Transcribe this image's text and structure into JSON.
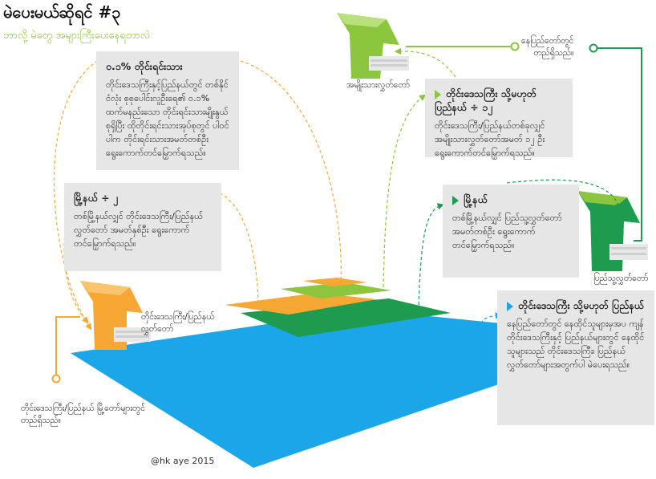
{
  "header": {
    "title": "မဲပေးမယ်ဆိုရင် #၃",
    "subtitle": "ဘာလို့ မဲတွေ အများကြီးပေးနေရတာလဲ"
  },
  "boxes": {
    "ethnic": {
      "title": "၀.၁% တိုင်းရင်းသား",
      "body": "တိုင်းဒေသကြီးနှင့်ပြည်နယ်တွင် တစ်နိုင်ငံလုံး စုစုပေါင်းလူဦးရေ၏ ၀.၁% ထက်မနည်းသော တိုင်းရင်းသားမျိုးနွယ်စုရှိပြီး ထိုတိုင်းရင်းသားအုပ်စုတွင် ပါဝင်ပါက တိုင်းရင်းသားအမတ်တစ်ဦး ရွေးကောက်တင်မြှောက်ရသည်။"
    },
    "township_half": {
      "title": "မြို့နယ် ÷ ၂",
      "body": "တစ်မြို့နယ်လျှင် တိုင်းဒေသကြီး/ပြည်နယ် လွှတ်တော် အမတ်နှစ်ဦး ရွေးကောက်တင်မြှောက်ရသည်။"
    },
    "national": {
      "title": "တိုင်းဒေသကြီး သို့မဟုတ် ပြည်နယ် ÷ ၁၂",
      "body": "တိုင်းဒေသကြီး/ပြည်နယ်တစ်ခုလျှင် အမျိုးသားလွှတ်တော်အမတ် ၁၂ ဦး ရွေးကောက်တင်မြှောက်ရသည်။"
    },
    "township": {
      "title": "မြို့နယ်",
      "body": "တစ်မြို့နယ်လျှင် ပြည်သူ့လွှတ်တော် အမတ်တစ်ဦး ရွေးကောက်တင်မြှောက်ရသည်။"
    },
    "region": {
      "title": "တိုင်းဒေသကြီး သို့မဟုတ် ပြည်နယ်",
      "body": "နေပြည်တော်တွင် နေထိုင်သူများမှအပ ကျန်တိုင်းဒေသကြီးနှင့် ပြည်နယ်များတွင် နေထိုင်သူများသည် တိုင်းဒေသကြီး၊ ပြည်နယ်လွှတ်တော်များအတွက်ပါ မဲပေးရသည်။"
    }
  },
  "labels": {
    "amyotha": "အမျိုးသားလွှတ်တော်",
    "pyithu": "ပြည်သူ့လွှတ်တော်",
    "state": "တိုင်းဒေသကြီး/ပြည်နယ်\nလွှတ်တော်",
    "naypyitaw": "နေပြည်တော်တွင်\nတည်ရှိသည်။",
    "capitals": "တိုင်းဒေသကြီး/ပြည်နယ် မြို့တော်များတွင်\nတည်ရှိသည်။"
  },
  "footer": {
    "credit": "@hk aye 2015"
  },
  "colors": {
    "blue": "#1aa6e8",
    "green": "#1e9b4f",
    "light_green": "#8cc63f",
    "orange": "#f7a733",
    "grey_box": "#e6e6e6"
  },
  "icons": {
    "building": "parliament-building-icon",
    "pointer": "triangle-pointer-icon"
  }
}
